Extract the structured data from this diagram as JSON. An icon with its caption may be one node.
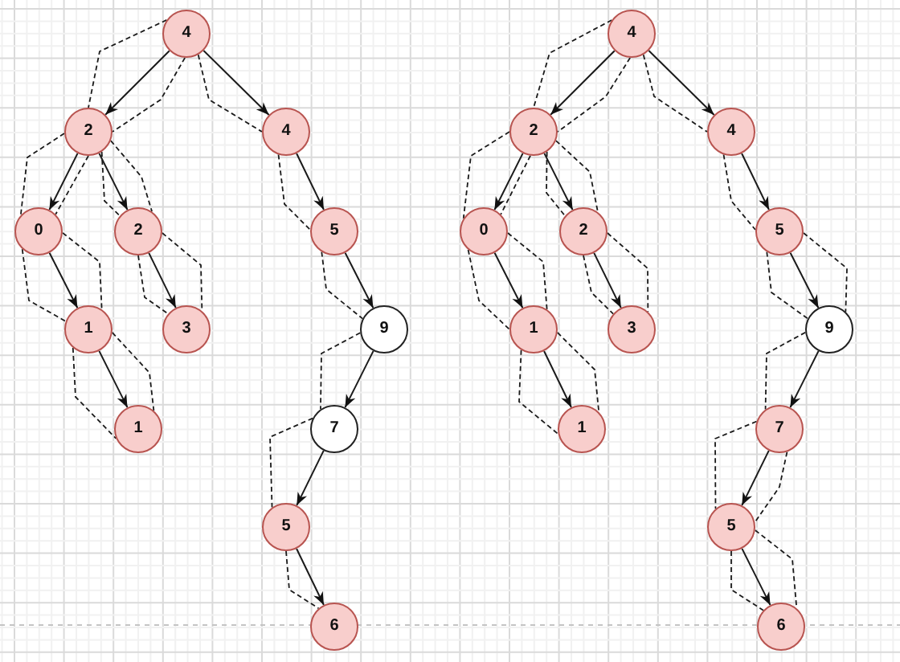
{
  "diagram": {
    "nodes": [
      {
        "text": [
          "4"
        ]
      },
      {
        "text": [
          "2"
        ]
      },
      {
        "text": [
          "4"
        ]
      },
      {
        "text": [
          "0"
        ]
      },
      {
        "text": [
          "2"
        ]
      },
      {
        "text": [
          "5"
        ]
      },
      {
        "text": [
          "1"
        ]
      },
      {
        "text": [
          "3"
        ]
      },
      {
        "text": [
          "9"
        ]
      },
      {
        "text": [
          "1"
        ]
      },
      {
        "text": [
          "7"
        ]
      },
      {
        "text": [
          "5"
        ]
      },
      {
        "text": [
          "6"
        ]
      },
      {
        "text": [
          "4"
        ]
      },
      {
        "text": [
          "2"
        ]
      },
      {
        "text": [
          "4"
        ]
      },
      {
        "text": [
          "0"
        ]
      },
      {
        "text": [
          "2"
        ]
      },
      {
        "text": [
          "5"
        ]
      },
      {
        "text": [
          "1"
        ]
      },
      {
        "text": [
          "3"
        ]
      },
      {
        "text": [
          "9"
        ]
      },
      {
        "text": [
          "1"
        ]
      },
      {
        "text": [
          "7"
        ]
      },
      {
        "text": [
          "5"
        ]
      },
      {
        "text": [
          "6"
        ]
      }
    ],
    "edges": [
      {
        "from": 0,
        "to": 1,
        "arrow": "to"
      },
      {
        "from": 0,
        "to": 2,
        "arrow": "to"
      },
      {
        "from": 1,
        "to": 3,
        "arrow": "to"
      },
      {
        "from": 1,
        "to": 4,
        "arrow": "to"
      },
      {
        "from": 2,
        "to": 5,
        "arrow": "to"
      },
      {
        "from": 3,
        "to": 6,
        "arrow": "to"
      },
      {
        "from": 4,
        "to": 7,
        "arrow": "to"
      },
      {
        "from": 5,
        "to": 8,
        "arrow": "to"
      },
      {
        "from": 6,
        "to": 9,
        "arrow": "to"
      },
      {
        "from": 8,
        "to": 10,
        "arrow": "to"
      },
      {
        "from": 10,
        "to": 11,
        "arrow": "to"
      },
      {
        "from": 11,
        "to": 12,
        "arrow": "to"
      },
      {
        "from": 0,
        "to": 1,
        "arrow": "none",
        "style": "dashed"
      },
      {
        "from": 0,
        "to": 1,
        "arrow": "none",
        "style": "dashed"
      },
      {
        "from": 0,
        "to": 2,
        "arrow": "none",
        "style": "dashed"
      },
      {
        "from": 1,
        "to": 3,
        "arrow": "none",
        "style": "dashed"
      },
      {
        "from": 1,
        "to": 3,
        "arrow": "none",
        "style": "dashed"
      },
      {
        "from": 1,
        "to": 4,
        "arrow": "none",
        "style": "dashed"
      },
      {
        "from": 1,
        "to": 4,
        "arrow": "none",
        "style": "dashed"
      },
      {
        "from": 3,
        "to": 6,
        "arrow": "none",
        "style": "dashed"
      },
      {
        "from": 3,
        "to": 6,
        "arrow": "none",
        "style": "dashed"
      },
      {
        "from": 4,
        "to": 7,
        "arrow": "none",
        "style": "dashed"
      },
      {
        "from": 4,
        "to": 7,
        "arrow": "none",
        "style": "dashed"
      },
      {
        "from": 2,
        "to": 5,
        "arrow": "none",
        "style": "dashed"
      },
      {
        "from": 5,
        "to": 8,
        "arrow": "none",
        "style": "dashed"
      },
      {
        "from": 6,
        "to": 9,
        "arrow": "none",
        "style": "dashed"
      },
      {
        "from": 6,
        "to": 9,
        "arrow": "none",
        "style": "dashed"
      },
      {
        "from": 8,
        "to": 10,
        "arrow": "none",
        "style": "dashed"
      },
      {
        "from": 10,
        "to": 11,
        "arrow": "none",
        "style": "dashed"
      },
      {
        "from": 11,
        "to": 12,
        "arrow": "none",
        "style": "dashed"
      },
      {
        "from": 13,
        "to": 14,
        "arrow": "to"
      },
      {
        "from": 13,
        "to": 15,
        "arrow": "to"
      },
      {
        "from": 14,
        "to": 16,
        "arrow": "to"
      },
      {
        "from": 14,
        "to": 17,
        "arrow": "to"
      },
      {
        "from": 15,
        "to": 18,
        "arrow": "to"
      },
      {
        "from": 16,
        "to": 19,
        "arrow": "to"
      },
      {
        "from": 17,
        "to": 20,
        "arrow": "to"
      },
      {
        "from": 18,
        "to": 21,
        "arrow": "to"
      },
      {
        "from": 19,
        "to": 22,
        "arrow": "to"
      },
      {
        "from": 21,
        "to": 23,
        "arrow": "to"
      },
      {
        "from": 23,
        "to": 24,
        "arrow": "to"
      },
      {
        "from": 24,
        "to": 25,
        "arrow": "to"
      },
      {
        "from": 13,
        "to": 14,
        "arrow": "none",
        "style": "dashed"
      },
      {
        "from": 13,
        "to": 14,
        "arrow": "none",
        "style": "dashed"
      },
      {
        "from": 13,
        "to": 15,
        "arrow": "none",
        "style": "dashed"
      },
      {
        "from": 14,
        "to": 16,
        "arrow": "none",
        "style": "dashed"
      },
      {
        "from": 14,
        "to": 16,
        "arrow": "none",
        "style": "dashed"
      },
      {
        "from": 14,
        "to": 17,
        "arrow": "none",
        "style": "dashed"
      },
      {
        "from": 14,
        "to": 17,
        "arrow": "none",
        "style": "dashed"
      },
      {
        "from": 16,
        "to": 19,
        "arrow": "none",
        "style": "dashed"
      },
      {
        "from": 16,
        "to": 19,
        "arrow": "none",
        "style": "dashed"
      },
      {
        "from": 17,
        "to": 20,
        "arrow": "none",
        "style": "dashed"
      },
      {
        "from": 17,
        "to": 20,
        "arrow": "none",
        "style": "dashed"
      },
      {
        "from": 15,
        "to": 18,
        "arrow": "none",
        "style": "dashed"
      },
      {
        "from": 18,
        "to": 21,
        "arrow": "none",
        "style": "dashed"
      },
      {
        "from": 18,
        "to": 21,
        "arrow": "none",
        "style": "dashed"
      },
      {
        "from": 19,
        "to": 22,
        "arrow": "none",
        "style": "dashed"
      },
      {
        "from": 19,
        "to": 22,
        "arrow": "none",
        "style": "dashed"
      },
      {
        "from": 21,
        "to": 23,
        "arrow": "none",
        "style": "dashed"
      },
      {
        "from": 23,
        "to": 24,
        "arrow": "none",
        "style": "dashed"
      },
      {
        "from": 23,
        "to": 24,
        "arrow": "none",
        "style": "dashed"
      },
      {
        "from": 24,
        "to": 25,
        "arrow": "none",
        "style": "dashed"
      },
      {
        "from": 24,
        "to": 25,
        "arrow": "none",
        "style": "dashed"
      }
    ]
  }
}
